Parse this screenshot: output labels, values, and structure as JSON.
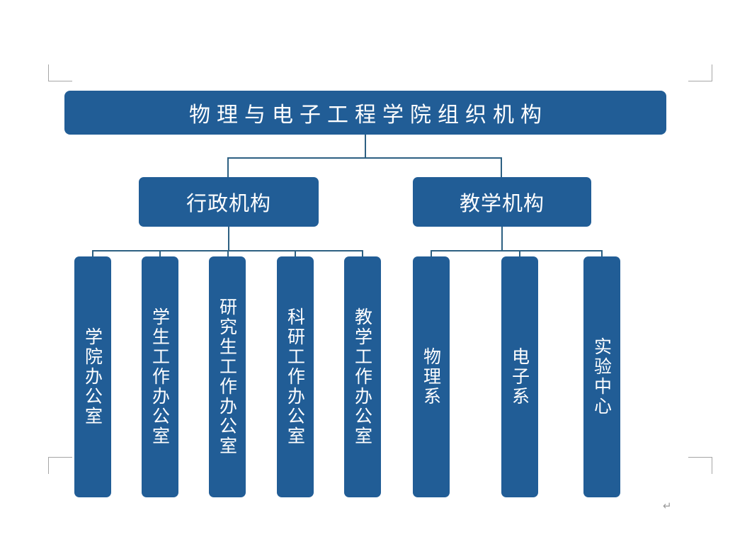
{
  "document": {
    "paragraph_mark": "↵"
  },
  "chart_data": {
    "type": "diagram",
    "diagram_kind": "organization-chart",
    "title": "物理与电子工程学院组织机构",
    "accent_color": "#215d96",
    "connector_color": "#2d6082",
    "text_color": "#ffffff",
    "background_color": "#ffffff",
    "levels": 3,
    "root": {
      "label": "物理与电子工程学院组织机构",
      "children": [
        {
          "label": "行政机构",
          "children": [
            {
              "label": "学院办公室"
            },
            {
              "label": "学生工作办公室"
            },
            {
              "label": "研究生工作办公室"
            },
            {
              "label": "科研工作办公室"
            },
            {
              "label": "教学工作办公室"
            }
          ]
        },
        {
          "label": "教学机构",
          "children": [
            {
              "label": "物理系"
            },
            {
              "label": "电子系"
            },
            {
              "label": "实验中心"
            }
          ]
        }
      ]
    }
  },
  "nodes": {
    "title": "物理与电子工程学院组织机构",
    "branch_admin": "行政机构",
    "branch_teaching": "教学机构",
    "admin_children": [
      "学院办公室",
      "学生工作办公室",
      "研究生工作办公室",
      "科研工作办公室",
      "教学工作办公室"
    ],
    "teaching_children": [
      "物理系",
      "电子系",
      "实验中心"
    ]
  }
}
